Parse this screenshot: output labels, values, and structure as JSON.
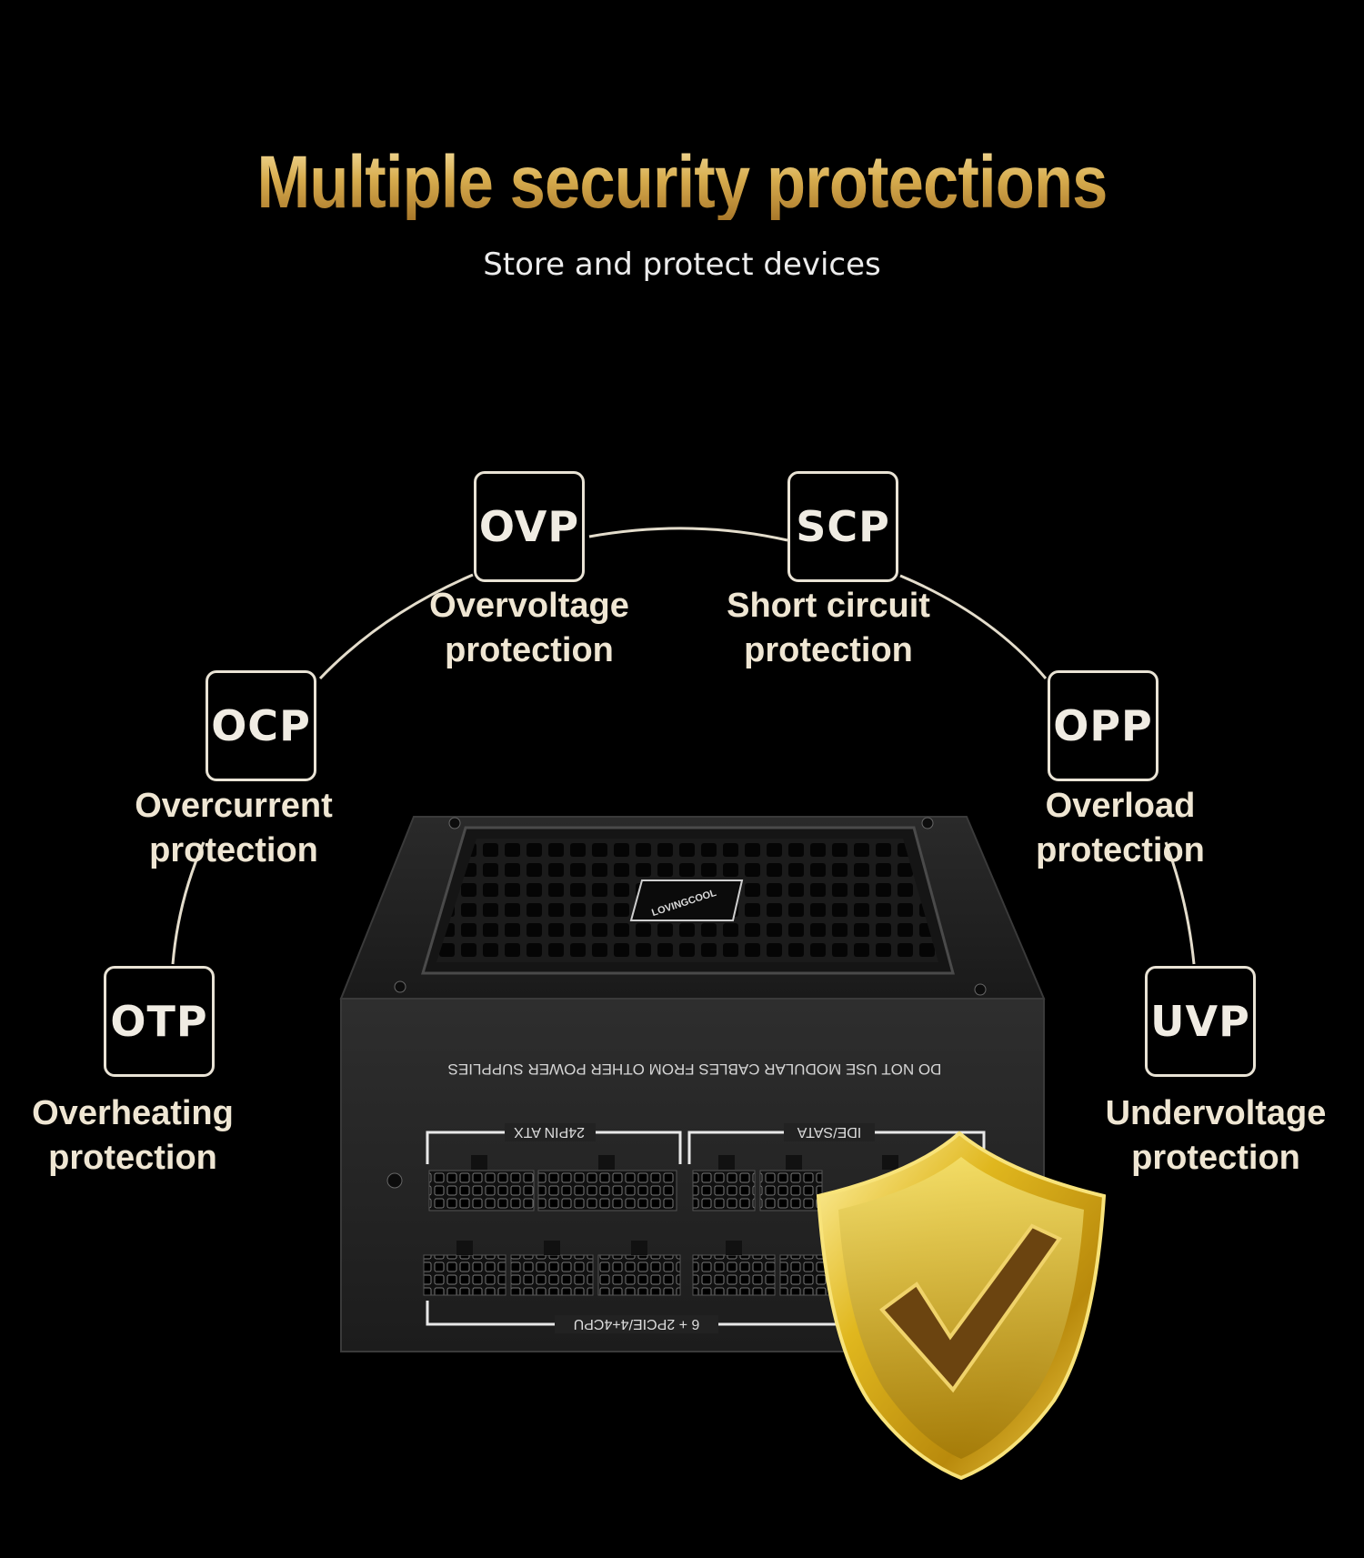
{
  "header": {
    "title": "Multiple security protections",
    "subtitle": "Store and protect devices"
  },
  "protections": [
    {
      "code": "OVP",
      "line1": "Overvoltage",
      "line2": "protection"
    },
    {
      "code": "SCP",
      "line1": "Short circuit",
      "line2": "protection"
    },
    {
      "code": "OCP",
      "line1": "Overcurrent",
      "line2": "protection"
    },
    {
      "code": "OPP",
      "line1": "Overload",
      "line2": "protection"
    },
    {
      "code": "OTP",
      "line1": "Overheating",
      "line2": "protection"
    },
    {
      "code": "UVP",
      "line1": "Undervoltage",
      "line2": "protection"
    }
  ],
  "psu": {
    "brand": "LOVINGCOOL",
    "warning": "DO NOT USE MODULAR CABLES FROM   OTHER POWER SUPPLIES",
    "port_24pin": "24PIN ATX",
    "port_sata": "IDE/SATA",
    "port_cpu": "6 + 2PCIE/4+4CPU"
  },
  "colors": {
    "background": "#000000",
    "gold": "#d7ac4e",
    "badge_border": "#e9e3d5",
    "label_text": "#efe6d3"
  },
  "icons": [
    "shield-check-icon"
  ]
}
